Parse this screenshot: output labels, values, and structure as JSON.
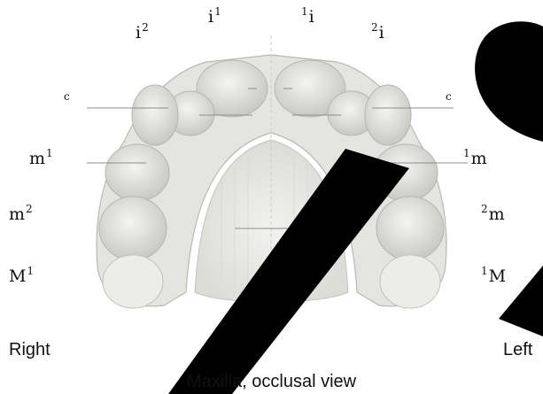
{
  "labels": {
    "incisor_right_2": {
      "letter": "i",
      "sup": "2"
    },
    "incisor_right_1": {
      "letter": "i",
      "sup": "1"
    },
    "incisor_left_1": {
      "sup": "1",
      "letter": "i"
    },
    "incisor_left_2": {
      "sup": "2",
      "letter": "i"
    },
    "canine_right": {
      "letter": "c"
    },
    "canine_left": {
      "letter": "c"
    },
    "molar1_right": {
      "letter": "m",
      "sup": "1"
    },
    "molar1_left": {
      "sup": "1",
      "letter": "m"
    },
    "molar2_right": {
      "letter": "m",
      "sup": "2"
    },
    "molar2_left": {
      "sup": "2",
      "letter": "m"
    },
    "permanent_molar_right": {
      "letter": "M",
      "sup": "1"
    },
    "permanent_molar_left": {
      "sup": "1",
      "letter": "M"
    }
  },
  "sides": {
    "right": "Right",
    "left": "Left"
  },
  "caption": "Maxilla, occlusal view",
  "watermark": {
    "text": "COPY",
    "color": "#000000"
  },
  "colors": {
    "bone": "#e7e7e3",
    "bone_shade": "#cfcfca",
    "line": "#8e8e8a"
  }
}
